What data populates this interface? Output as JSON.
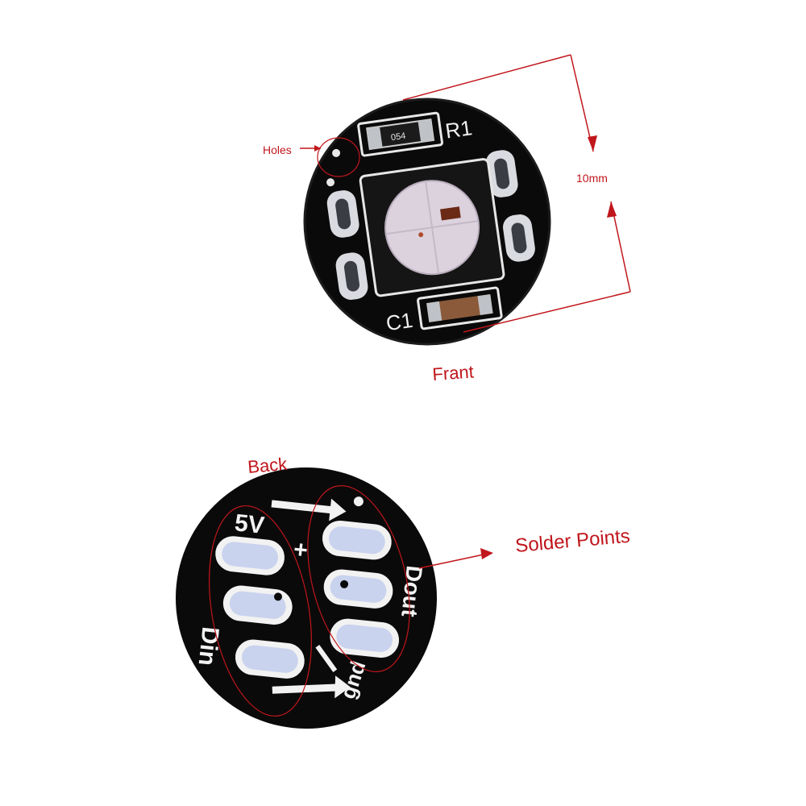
{
  "front": {
    "labels": {
      "holes": "Holes",
      "dimension": "10mm",
      "caption": "Frant",
      "resistor_ref": "R1",
      "resistor_code": "054",
      "capacitor_ref": "C1"
    }
  },
  "back": {
    "labels": {
      "caption": "Back",
      "solder_points": "Solder Points",
      "pin_5v": "5V",
      "pin_din": "Din",
      "pin_dout": "Dout",
      "pin_gnd": "gnd",
      "plus_sign": "+"
    }
  },
  "colors": {
    "annotation": "#c0161c",
    "board": "#0a0a0a",
    "pad_front": "#d9dbe0",
    "pad_back": "#c9d3ee",
    "silkscreen": "#f2f2f2",
    "led_lens": "#dcd2de"
  }
}
